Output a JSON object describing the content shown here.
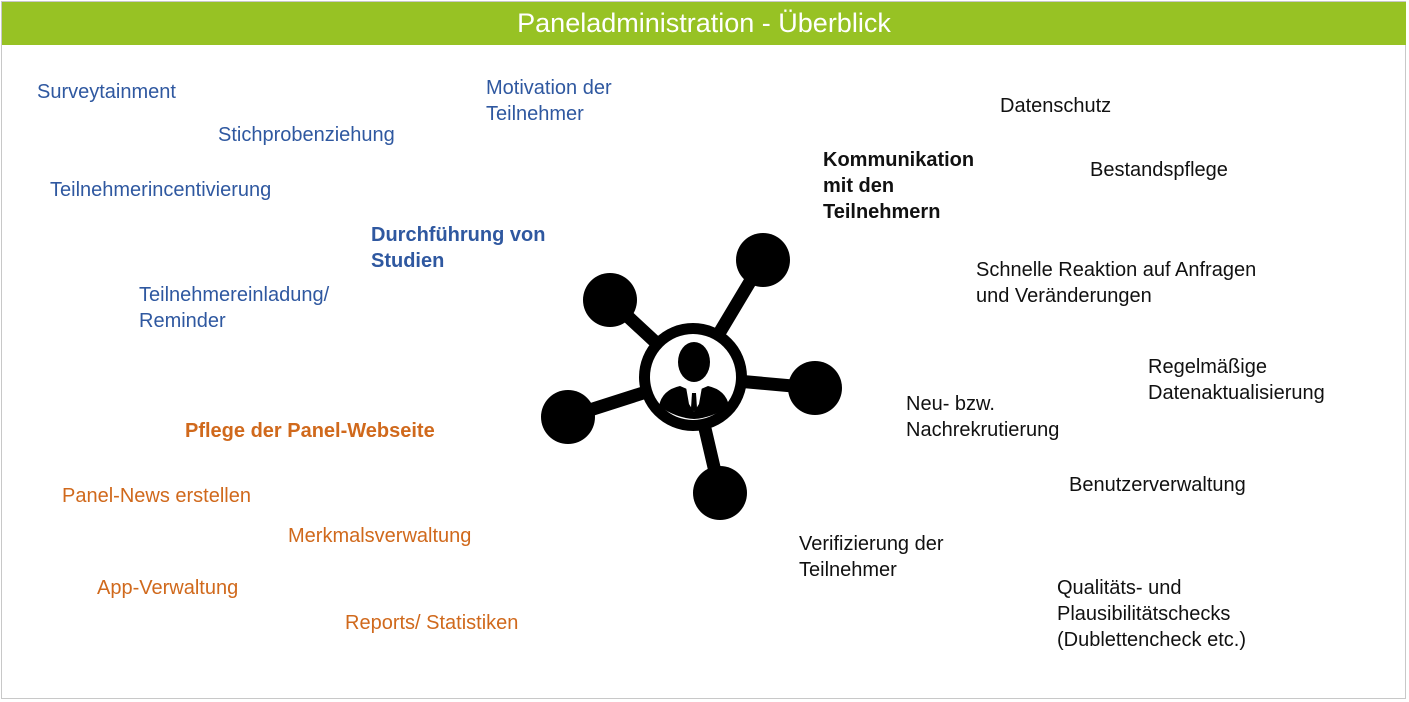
{
  "title": "Paneladministration - Überblick",
  "colors": {
    "header": "#97c224",
    "blue": "#2f58a0",
    "orange": "#d0691c",
    "black": "#111111"
  },
  "studies": {
    "heading": "Durchführung von\nStudien",
    "items": [
      "Surveytainment",
      "Motivation der\nTeilnehmer",
      "Stichprobenziehung",
      "Teilnehmerincentivierung",
      "Teilnehmereinladung/\nReminder"
    ]
  },
  "website": {
    "heading": "Pflege der Panel-Webseite",
    "items": [
      "Panel-News erstellen",
      "Merkmalsverwaltung",
      "App-Verwaltung",
      "Reports/ Statistiken"
    ]
  },
  "communication": {
    "heading": "Kommunikation\nmit den\nTeilnehmern",
    "items": [
      "Datenschutz",
      "Bestandspflege",
      "Schnelle Reaktion auf Anfragen\nund Veränderungen",
      "Regelmäßige\nDatenaktualisierung",
      "Neu- bzw.\nNachrekrutierung",
      "Benutzerverwaltung",
      "Verifizierung der\nTeilnehmer",
      "Qualitäts- und\nPlausibilitätschecks\n(Dublettencheck etc.)"
    ]
  },
  "center_icon": "network-person-icon"
}
